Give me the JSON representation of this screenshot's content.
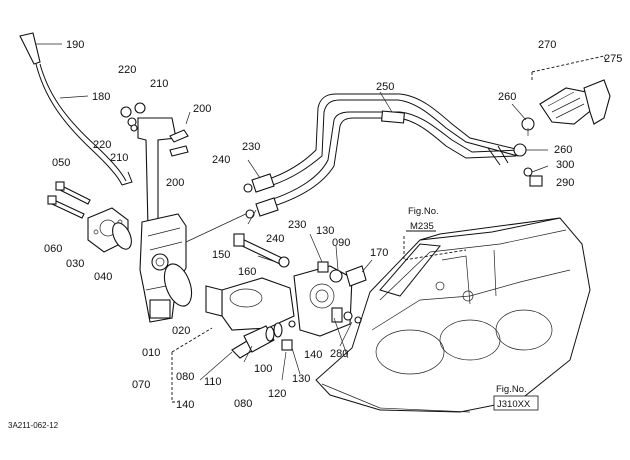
{
  "diagram": {
    "drawing_code": "3A211-062-12",
    "figure_refs": [
      {
        "title": "Fig.No.",
        "code": "M235"
      },
      {
        "title": "Fig.No.",
        "code": "J310XX"
      }
    ],
    "callouts": {
      "p190": "190",
      "p180": "180",
      "p220a": "220",
      "p210a": "210",
      "p220b": "220",
      "p210b": "210",
      "p200a": "200",
      "p200b": "200",
      "p050": "050",
      "p060": "060",
      "p030": "030",
      "p040": "040",
      "p010": "010",
      "p020": "020",
      "p240a": "240",
      "p230a": "230",
      "p230b": "230",
      "p240b": "240",
      "p250": "250",
      "p260a": "260",
      "p260b": "260",
      "p270": "270",
      "p275": "275",
      "p300": "300",
      "p290": "290",
      "p150": "150",
      "p160": "160",
      "p130a": "130",
      "p090": "090",
      "p170": "170",
      "p070": "070",
      "p080a": "080",
      "p140a": "140",
      "p110": "110",
      "p080b": "080",
      "p100": "100",
      "p120": "120",
      "p130b": "130",
      "p140b": "140",
      "p280": "280"
    }
  }
}
